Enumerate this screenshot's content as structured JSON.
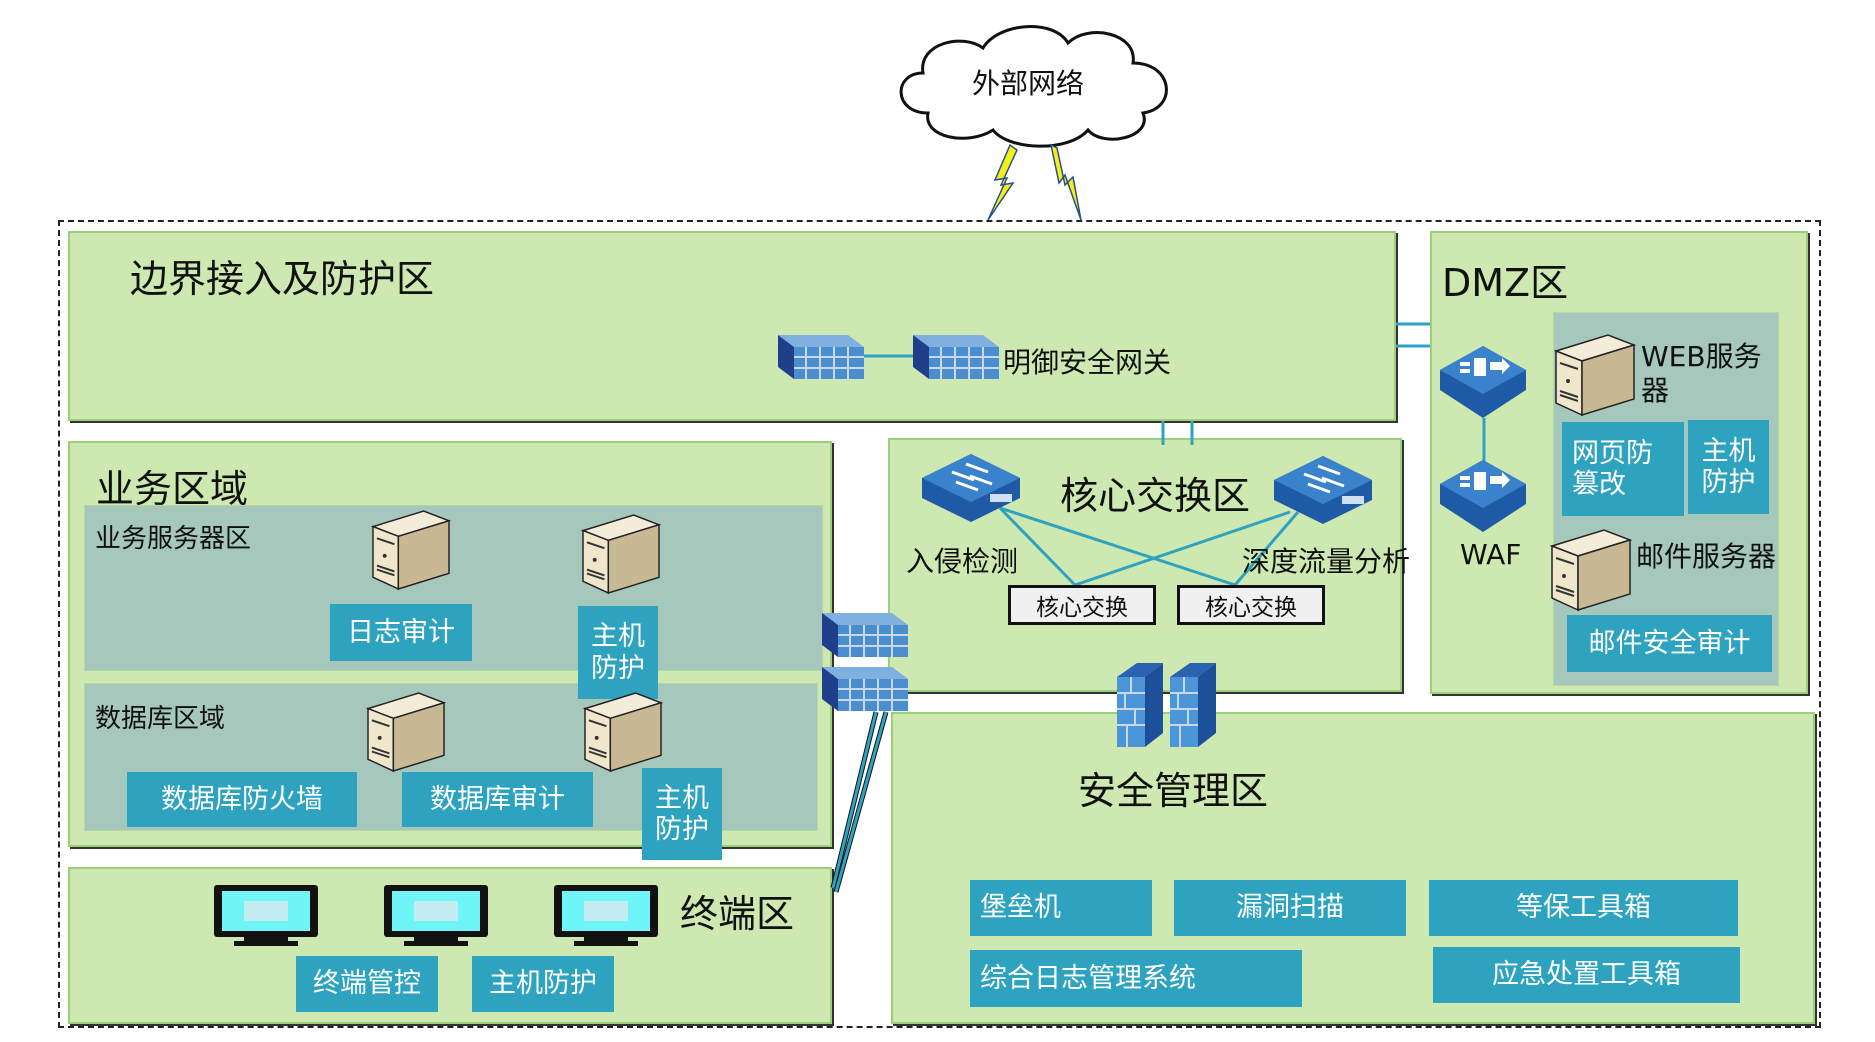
{
  "diagram": {
    "external_network": "外部网络",
    "zones": {
      "border": {
        "title": "边界接入及防护区",
        "gateway_label": "明御安全网关"
      },
      "dmz": {
        "title": "DMZ区",
        "waf_label": "WAF",
        "web_server_label": "WEB服务器",
        "web_tamper": "网页防篡改",
        "web_host_protect": "主机防护",
        "mail_server_label": "邮件服务器",
        "mail_audit": "邮件安全审计"
      },
      "business": {
        "title": "业务区域",
        "server_area": {
          "title": "业务服务器区",
          "log_audit": "日志审计",
          "host_protect": "主机防护"
        },
        "db_area": {
          "title": "数据库区域",
          "db_firewall": "数据库防火墙",
          "db_audit": "数据库审计",
          "host_protect": "主机防护"
        }
      },
      "core": {
        "title": "核心交换区",
        "ids_label": "入侵检测",
        "dpi_label": "深度流量分析",
        "core_switch_1": "核心交换",
        "core_switch_2": "核心交换"
      },
      "terminal": {
        "title": "终端区",
        "terminal_control": "终端管控",
        "host_protect": "主机防护"
      },
      "security_mgmt": {
        "title": "安全管理区",
        "tools": [
          "堡垒机",
          "漏洞扫描",
          "等保工具箱",
          "综合日志管理系统",
          "应急处置工具箱"
        ]
      }
    },
    "colors": {
      "zone_fill": "#cde8b0",
      "subzone_fill": "#a6c7bc",
      "function_box": "#2ea3c0",
      "link": "#2ea3c0"
    }
  }
}
